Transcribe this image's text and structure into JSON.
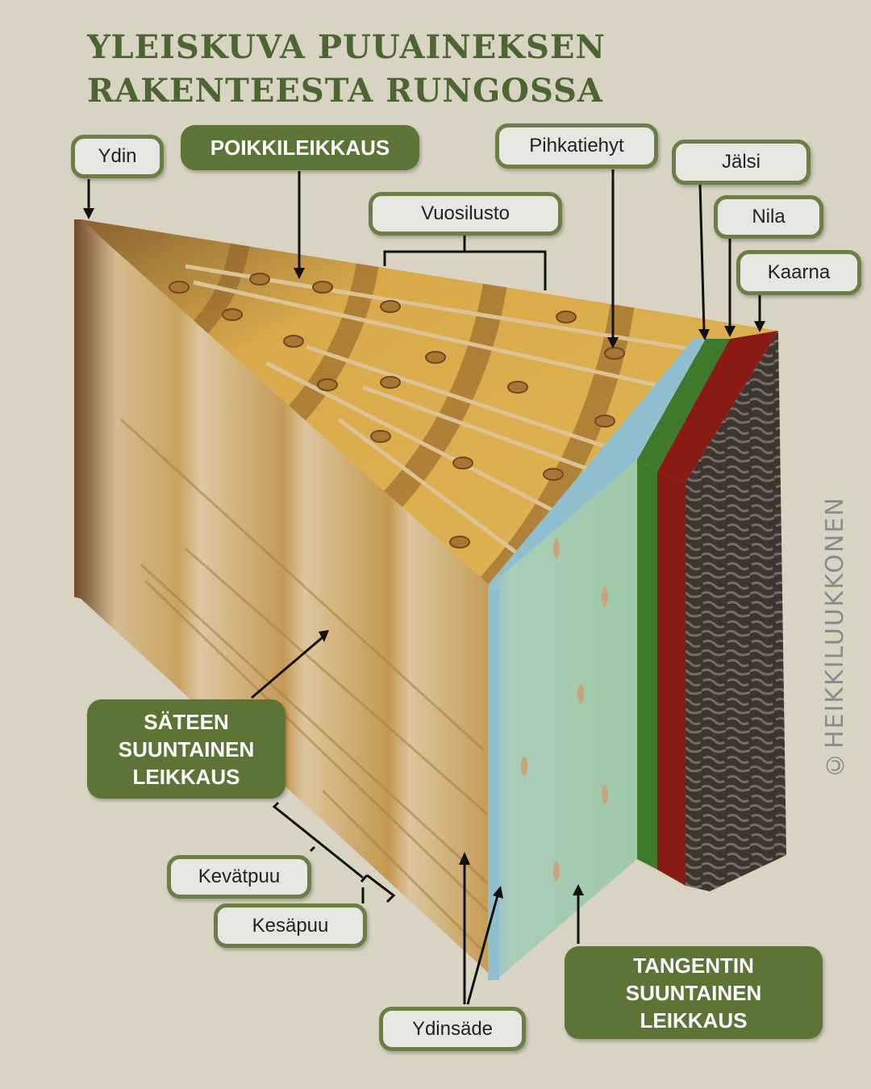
{
  "title": {
    "line1": "YLEISKUVA PUUAINEKSEN",
    "line2": "RAKENTEESTA RUNGOSSA"
  },
  "labels": {
    "ydin": "Ydin",
    "poikkileikkaus": "POIKKILEIKKAUS",
    "vuosilusto": "Vuosilusto",
    "pihkatiehyt": "Pihkatiehyt",
    "jalsi": "Jälsi",
    "nila": "Nila",
    "kaarna": "Kaarna",
    "sateen": [
      "SÄTEEN",
      "SUUNTAINEN",
      "LEIKKAUS"
    ],
    "kevatpuu": "Kevätpuu",
    "kesapuu": "Kesäpuu",
    "ydinsade": "Ydinsäde",
    "tangentin": [
      "TANGENTIN",
      "SUUNTAINEN",
      "LEIKKAUS"
    ]
  },
  "signature": "©HEIKKILUUKKONEN",
  "colors": {
    "background": "#d9d3c4",
    "green": "#5c7536",
    "wood": "#d6a94a",
    "cambium": "#8fbfce",
    "phloem": "#8a1a14",
    "xylem_green": "#3f7a2c",
    "bark": "#4a3f38"
  }
}
